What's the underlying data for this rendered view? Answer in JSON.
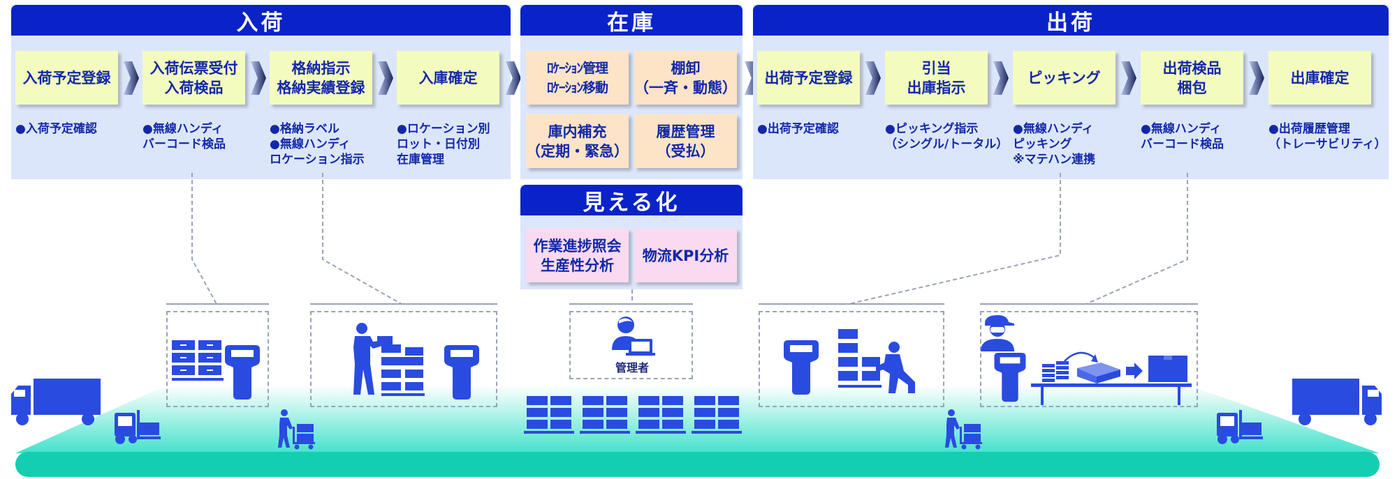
{
  "sections": {
    "inbound": {
      "title": "入荷",
      "steps": [
        "入荷予定登録",
        "入荷伝票受付\n入荷検品",
        "格納指示\n格納実績登録",
        "入庫確定"
      ],
      "notes": [
        "●入荷予定確認",
        "●無線ハンディ\n  バーコード検品",
        "●格納ラベル\n●無線ハンディ\n  ロケーション指示",
        "●ロケーション別\n  ロット・日付別\n  在庫管理"
      ]
    },
    "inventory": {
      "title": "在庫",
      "steps": [
        "ﾛｹｰｼｮﾝ管理\nﾛｹｰｼｮﾝ移動",
        "棚卸\n（一斉・動態）",
        "庫内補充\n（定期・緊急）",
        "履歴管理\n（受払）"
      ]
    },
    "visualization": {
      "title": "見える化",
      "steps": [
        "作業進捗照会\n生産性分析",
        "物流KPI分析"
      ]
    },
    "outbound": {
      "title": "出荷",
      "steps": [
        "出荷予定登録",
        "引当\n出庫指示",
        "ピッキング",
        "出荷検品\n梱包",
        "出庫確定"
      ],
      "notes": [
        "●出荷予定確認",
        "●ピッキング指示\n（シングル/トータル）",
        "●無線ハンディ\n  ピッキング\n  ※マテハン連携",
        "●無線ハンディ\n  バーコード検品",
        "●出荷履歴管理\n（トレーサビリティ）"
      ]
    }
  },
  "manager_label": "管理者",
  "colors": {
    "header": "#0a23c8",
    "panel": "#dce6fb",
    "step_yellow": "#f4fbbf",
    "step_orange": "#fde4c6",
    "step_pink": "#fadaf0",
    "text": "#1228a8",
    "icon": "#2a4be0",
    "floor": "#14ceb2"
  },
  "icons": [
    "truck-icon",
    "forklift-icon",
    "shelf-icon",
    "handheld-scanner-icon",
    "worker-icon",
    "hand-cart-icon",
    "manager-icon",
    "box-icon",
    "arrow-right-icon"
  ]
}
